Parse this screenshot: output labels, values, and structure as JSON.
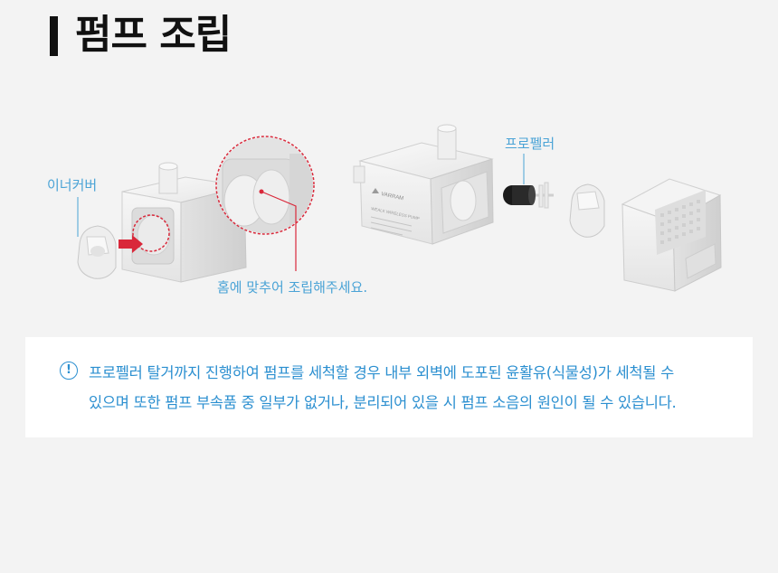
{
  "page": {
    "title": "펌프 조립"
  },
  "labels": {
    "inner_cover": "이너커버",
    "propeller": "프로펠러",
    "groove_instruction": "홈에 맞추어 조립해주세요."
  },
  "pump_label": {
    "brand": "VARRAM",
    "model": "WEALK WIRELESS PUMP"
  },
  "notice": {
    "icon": "exclamation-circle-icon",
    "line1": "프로펠러 탈거까지 진행하여 펌프를 세척할 경우 내부 외벽에 도포된 윤활유(식물성)가 세척될 수",
    "line2": "있으며 또한 펌프 부속품 중 일부가 없거나, 분리되어 있을 시 펌프 소음의 원인이 될 수 있습니다."
  },
  "colors": {
    "accent": "#2b8fd0",
    "label": "#4aa3d6",
    "callout_red": "#d9283a",
    "background": "#f3f3f3"
  }
}
